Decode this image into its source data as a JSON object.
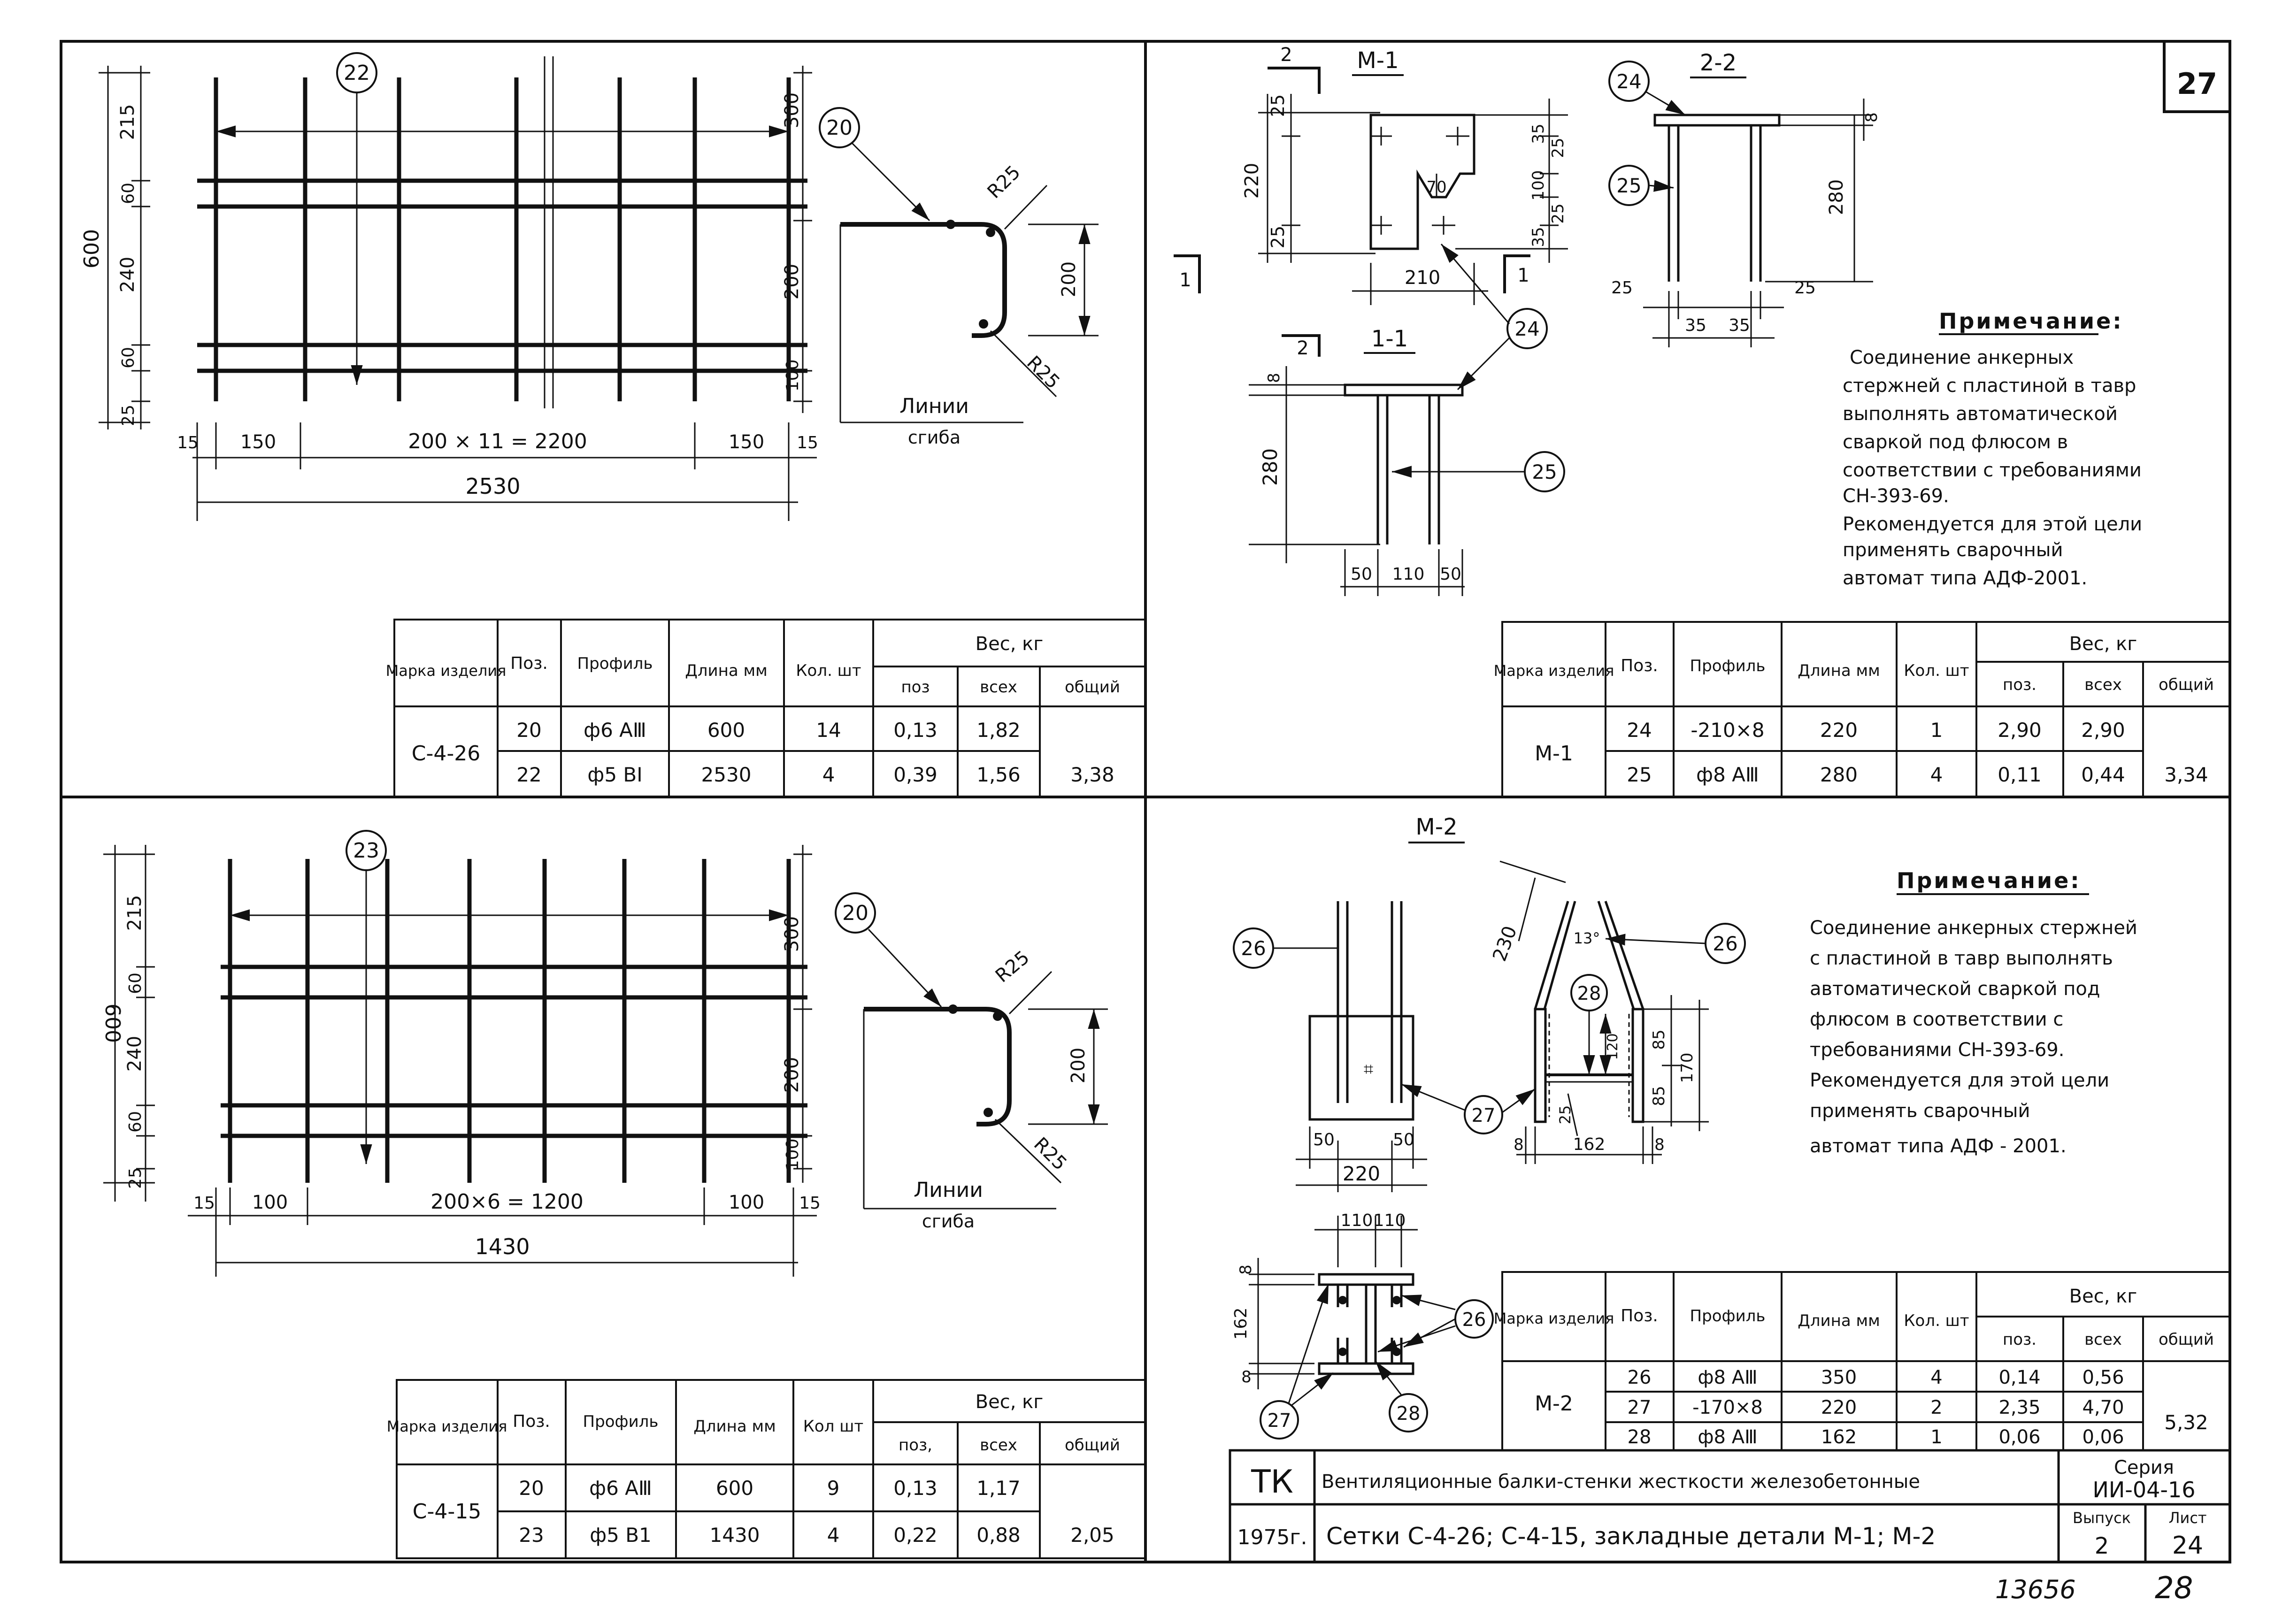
{
  "sheet_number": "27",
  "page_number": "28",
  "archive_number": "13656",
  "panel_tl": {
    "circle_22": "22",
    "circle_20": "20",
    "dims": {
      "d215": "215",
      "d60a": "60",
      "d240": "240",
      "d60b": "60",
      "d25": "25",
      "d600": "600",
      "d300": "300",
      "d200a": "200",
      "d100": "100",
      "d200b": "200",
      "r25a": "R25",
      "r25b": "R25",
      "d15a": "15",
      "d150a": "150",
      "d2200": "200 × 11 = 2200",
      "d150b": "150",
      "d15b": "15",
      "d2530": "2530"
    },
    "bend_label_1": "Линии",
    "bend_label_2": "сгиба",
    "table": {
      "h_mark": "Марка изделия",
      "h_pos": "Поз.",
      "h_profile": "Профиль",
      "h_length": "Длина мм",
      "h_qty": "Кол. шт",
      "h_weight": "Вес, кг",
      "h_wpos": "поз",
      "h_wall": "всех",
      "h_wtotal": "общий",
      "mark": "С-4-26",
      "rows": [
        {
          "pos": "20",
          "profile": "ф6 АⅢ",
          "length": "600",
          "qty": "14",
          "wpos": "0,13",
          "wall": "1,82"
        },
        {
          "pos": "22",
          "profile": "ф5 ВⅠ",
          "length": "2530",
          "qty": "4",
          "wpos": "0,39",
          "wall": "1,56"
        }
      ],
      "total": "3,38"
    }
  },
  "panel_bl": {
    "circle_23": "23",
    "circle_20": "20",
    "dims": {
      "d215": "215",
      "d60a": "60",
      "d240": "240",
      "d60b": "60",
      "d25": "25",
      "d600": "600",
      "d300": "300",
      "d200a": "200",
      "d100": "100",
      "d200b": "200",
      "r25a": "R25",
      "r25b": "R25",
      "d15a": "15",
      "d100a": "100",
      "d1200": "200×6 = 1200",
      "d100b": "100",
      "d15b": "15",
      "d1430": "1430"
    },
    "bend_label_1": "Линии",
    "bend_label_2": "сгиба",
    "table": {
      "h_mark": "Марка изделия",
      "h_pos": "Поз.",
      "h_profile": "Профиль",
      "h_length": "Длина мм",
      "h_qty": "Кол шт",
      "h_weight": "Вес, кг",
      "h_wpos": "поз,",
      "h_wall": "всех",
      "h_wtotal": "общий",
      "mark": "С-4-15",
      "rows": [
        {
          "pos": "20",
          "profile": "ф6 АⅢ",
          "length": "600",
          "qty": "9",
          "wpos": "0,13",
          "wall": "1,17"
        },
        {
          "pos": "23",
          "profile": "ф5 В1",
          "length": "1430",
          "qty": "4",
          "wpos": "0,22",
          "wall": "0,88"
        }
      ],
      "total": "2,05"
    }
  },
  "panel_tr": {
    "title_m1": "М-1",
    "title_22": "2-2",
    "title_11": "1-1",
    "section_2": "2",
    "section_1": "1",
    "circle_24a": "24",
    "circle_24b": "24",
    "circle_25a": "25",
    "circle_25b": "25",
    "dims": {
      "d25a": "25",
      "d220": "220",
      "d25b": "25",
      "d35a": "35",
      "d100": "100",
      "d35b": "35",
      "d25c": "25",
      "d25d": "25",
      "d70": "70",
      "d210": "210",
      "d8a": "8",
      "d280a": "280",
      "d25e": "25",
      "d35c": "35",
      "d35d": "35",
      "d25f": "25",
      "d8b": "8",
      "d280b": "280",
      "d50a": "50",
      "d110": "110",
      "d50b": "50"
    },
    "note_title": "Примечание:",
    "note_lines": [
      "Соединение анкерных",
      "стержней с пластиной в тавр",
      "выполнять автоматической",
      "сваркой под флюсом в",
      "соответствии с требованиями",
      "СН-393-69.",
      "Рекомендуется для этой цели",
      "применять сварочный",
      "автомат типа АДФ-2001."
    ],
    "table": {
      "h_mark": "Марка изделия",
      "h_pos": "Поз.",
      "h_profile": "Профиль",
      "h_length": "Длина мм",
      "h_qty": "Кол. шт",
      "h_weight": "Вес, кг",
      "h_wpos": "поз.",
      "h_wall": "всех",
      "h_wtotal": "общий",
      "mark": "М-1",
      "rows": [
        {
          "pos": "24",
          "profile": "-210×8",
          "length": "220",
          "qty": "1",
          "wpos": "2,90",
          "wall": "2,90"
        },
        {
          "pos": "25",
          "profile": "ф8 АⅢ",
          "length": "280",
          "qty": "4",
          "wpos": "0,11",
          "wall": "0,44"
        }
      ],
      "total": "3,34"
    }
  },
  "panel_br": {
    "title_m2": "М-2",
    "circle_26a": "26",
    "circle_26b": "26",
    "circle_26c": "26",
    "circle_27a": "27",
    "circle_27b": "27",
    "circle_28a": "28",
    "circle_28b": "28",
    "dims": {
      "d230": "230",
      "a13": "13°",
      "d120": "120",
      "d85a": "85",
      "d85b": "85",
      "d170": "170",
      "d25": "25",
      "d8a": "8",
      "d162a": "162",
      "d8b": "8",
      "d50a": "50",
      "d50b": "50",
      "d220": "220",
      "d110a": "110",
      "d110b": "110",
      "d8c": "8",
      "d162b": "162",
      "d8d": "8"
    },
    "note_title": "Примечание:",
    "note_lines": [
      "Соединение анкерных стержней",
      "с пластиной в тавр выполнять",
      "автоматической сваркой под",
      "флюсом в соответствии с",
      "требованиями СН-393-69.",
      "Рекомендуется для этой цели",
      "применять сварочный",
      "автомат типа АДФ - 2001."
    ],
    "table": {
      "h_mark": "Марка изделия",
      "h_pos": "Поз.",
      "h_profile": "Профиль",
      "h_length": "Длина мм",
      "h_qty": "Кол. шт",
      "h_weight": "Вес, кг",
      "h_wpos": "поз.",
      "h_wall": "всех",
      "h_wtotal": "общий",
      "mark": "М-2",
      "rows": [
        {
          "pos": "26",
          "profile": "ф8 АⅢ",
          "length": "350",
          "qty": "4",
          "wpos": "0,14",
          "wall": "0,56"
        },
        {
          "pos": "27",
          "profile": "-170×8",
          "length": "220",
          "qty": "2",
          "wpos": "2,35",
          "wall": "4,70"
        },
        {
          "pos": "28",
          "profile": "ф8 АⅢ",
          "length": "162",
          "qty": "1",
          "wpos": "0,06",
          "wall": "0,06"
        }
      ],
      "total": "5,32"
    }
  },
  "title_block": {
    "tk": "ТК",
    "year": "1975г.",
    "title1": "Вентиляционные балки-стенки жесткости железобетонные",
    "title2": "Сетки С-4-26; С-4-15, закладные детали М-1; М-2",
    "series_label": "Серия",
    "series": "ИИ-04-16",
    "issue_label": "Выпуск",
    "issue": "2",
    "sheet_label": "Лист",
    "sheet": "24"
  }
}
